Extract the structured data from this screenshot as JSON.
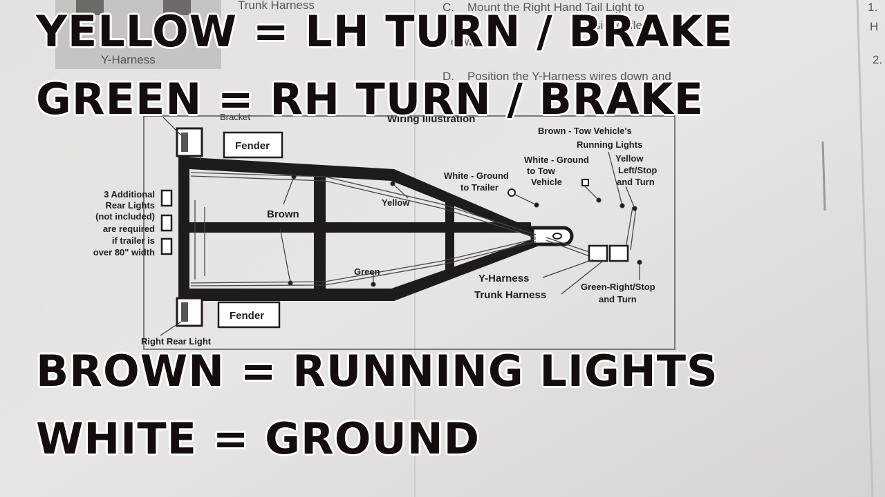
{
  "captions": {
    "yellow": "YELLOW = LH TURN / BRAKE",
    "green": "GREEN = RH TURN / BRAKE",
    "brown": "BROWN = RUNNING LIGHTS",
    "white": "WHITE = GROUND"
  },
  "document": {
    "step_c_letter": "C.",
    "step_c_text": "Mount the Right Hand Tail Light to",
    "step_c_text2": "side/refle",
    "step_c_text3": "d wa",
    "step_d_letter": "D.",
    "step_d_text": "Position the Y-Harness wires down and",
    "diagram_title": "Wiring Illustration",
    "trunk_harness_top": "Trunk Harness",
    "y_harness_top": "Y-Harness",
    "bracket_with": "with",
    "bracket_label": "Bracket",
    "right_col_1": "1.",
    "right_col_H": "H",
    "right_col_2": "2."
  },
  "diagram": {
    "fender_top": "Fender",
    "fender_bottom": "Fender",
    "brown": "Brown",
    "yellow": "Yellow",
    "green": "Green",
    "additional_lights": [
      "3 Additional",
      "Rear Lights",
      "(not included)",
      "are required",
      "if trailer is",
      "over 80\" width"
    ],
    "white_ground_trailer": [
      "White - Ground",
      "to Trailer"
    ],
    "white_ground_vehicle": [
      "White - Ground",
      "to Tow",
      "Vehicle"
    ],
    "brown_tow": [
      "Brown - Tow Vehicle's",
      "Running Lights"
    ],
    "yellow_left": [
      "Yellow",
      "Left/Stop",
      "and Turn"
    ],
    "y_harness": "Y-Harness",
    "trunk_harness": "Trunk Harness",
    "green_right": [
      "Green-Right/Stop",
      "and Turn"
    ],
    "right_rear_light": "Right Rear Light"
  }
}
